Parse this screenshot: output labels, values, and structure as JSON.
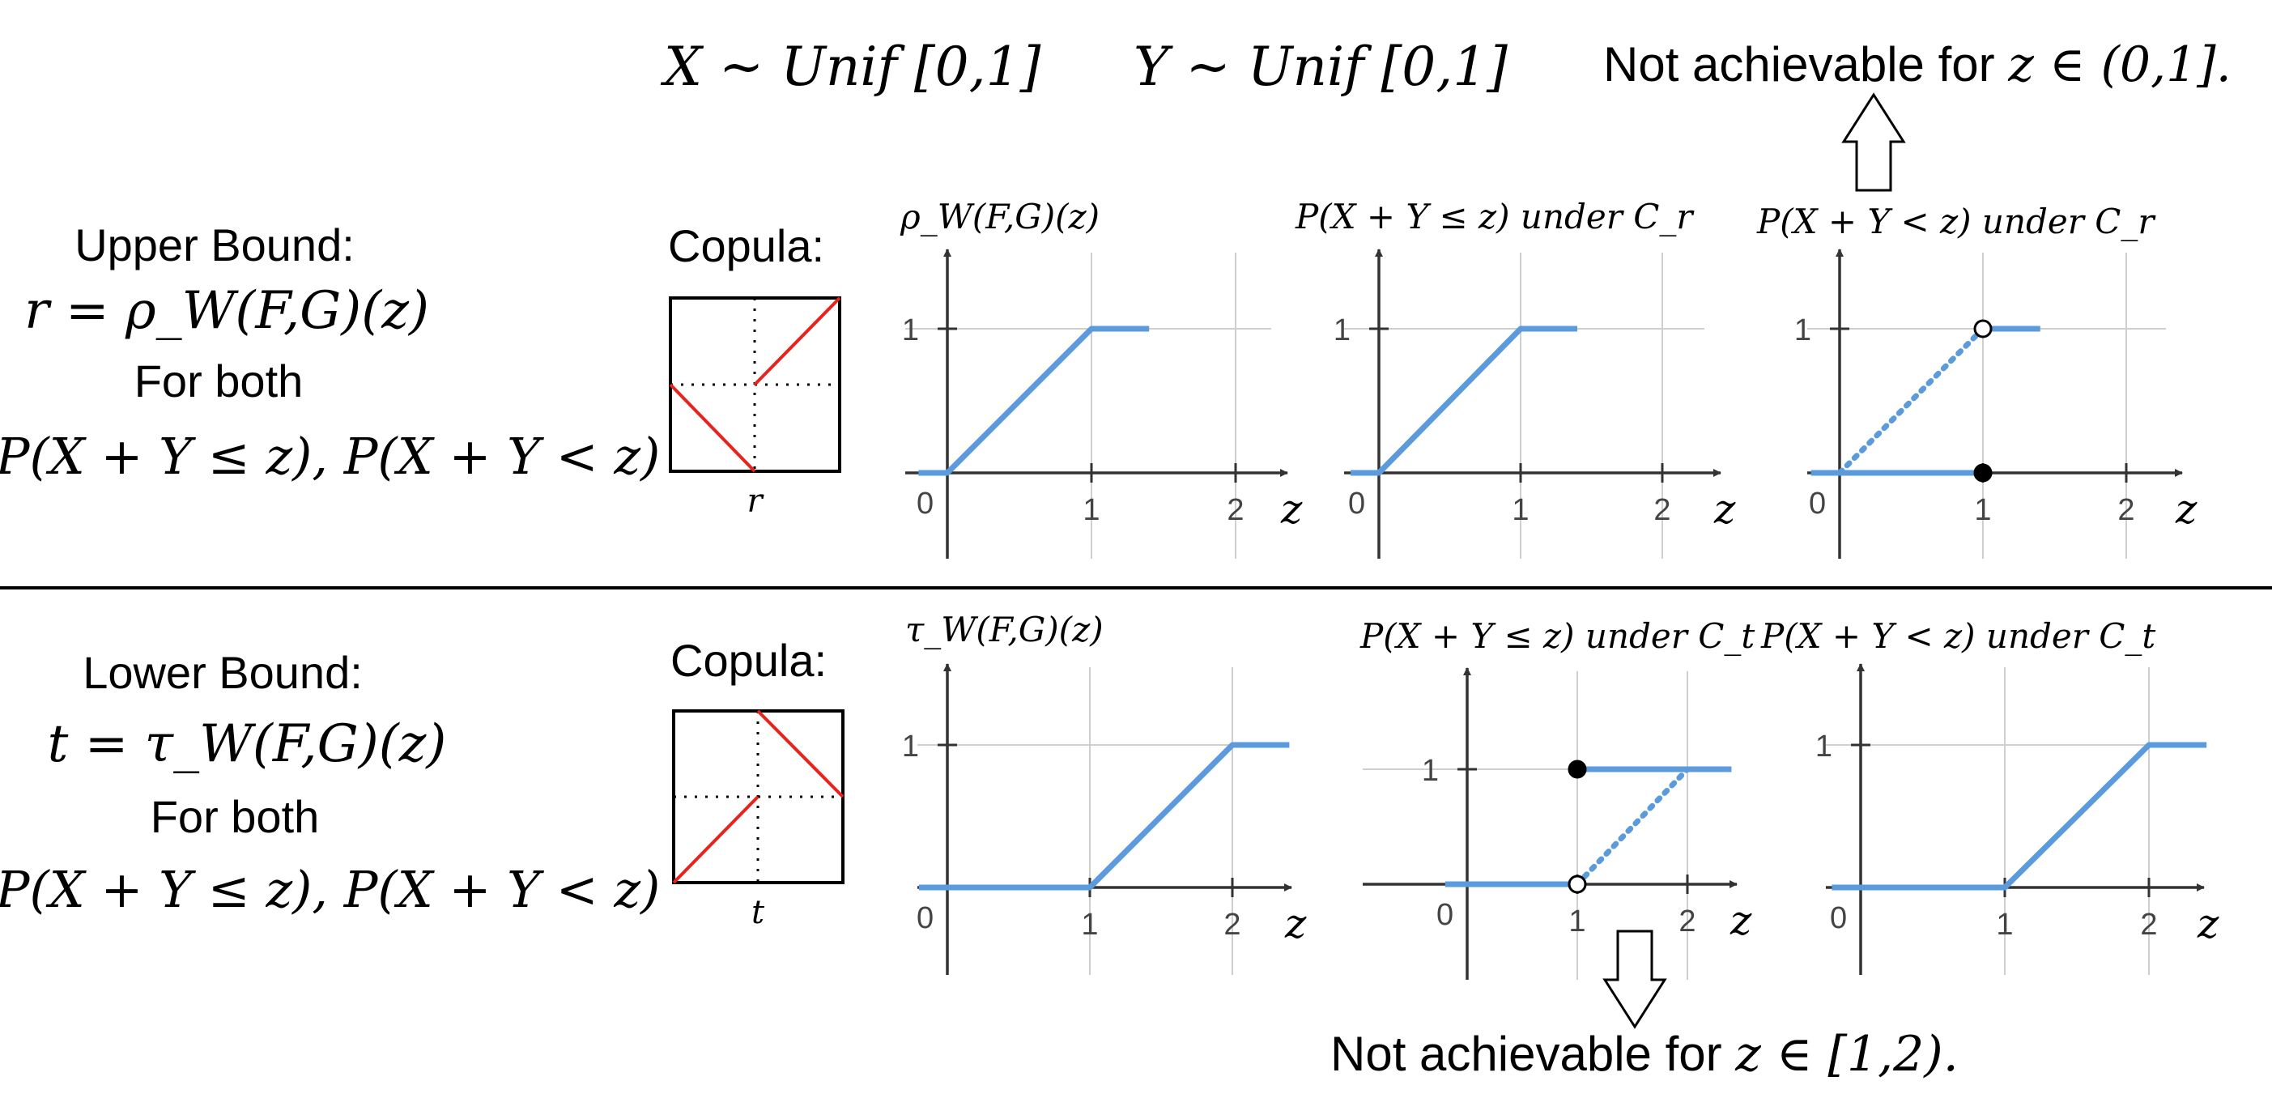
{
  "header": {
    "x_dist": "X ~ Unif [0,1]",
    "y_dist": "Y ~ Unif [0,1]",
    "top_note_prefix": "Not achievable for ",
    "top_note_math": "z ∈ (0,1]."
  },
  "upper": {
    "title": "Upper Bound:",
    "formula": "r = ρ_W(F,G)(z)",
    "for_both": "For both",
    "events": "P(X + Y ≤ z),  P(X + Y < z)",
    "copula_label": "Copula:",
    "copula_var": "r",
    "plots": [
      {
        "title": "ρ_W(F,G)(z)",
        "ticks": {
          "x": [
            "0",
            "1",
            "2"
          ],
          "y1": "1",
          "axis": "z"
        },
        "chart_data": {
          "type": "line",
          "series": [
            {
              "style": "solid",
              "points": [
                [
                  -0.2,
                  0
                ],
                [
                  0,
                  0
                ],
                [
                  1,
                  1
                ],
                [
                  1.4,
                  1
                ]
              ]
            }
          ],
          "markers": []
        }
      },
      {
        "title": "P(X + Y ≤ z) under C_r",
        "ticks": {
          "x": [
            "0",
            "1",
            "2"
          ],
          "y1": "1",
          "axis": "z"
        },
        "chart_data": {
          "type": "line",
          "series": [
            {
              "style": "solid",
              "points": [
                [
                  -0.2,
                  0
                ],
                [
                  0,
                  0
                ],
                [
                  1,
                  1
                ],
                [
                  1.4,
                  1
                ]
              ]
            }
          ],
          "markers": []
        }
      },
      {
        "title": "P(X + Y < z) under C_r",
        "ticks": {
          "x": [
            "0",
            "1",
            "2"
          ],
          "y1": "1",
          "axis": "z"
        },
        "chart_data": {
          "type": "line",
          "series": [
            {
              "style": "solid",
              "points": [
                [
                  -0.2,
                  0
                ],
                [
                  1,
                  0
                ]
              ]
            },
            {
              "style": "solid",
              "points": [
                [
                  1,
                  1
                ],
                [
                  1.4,
                  1
                ]
              ]
            },
            {
              "style": "dotted",
              "points": [
                [
                  0,
                  0
                ],
                [
                  1,
                  1
                ]
              ]
            }
          ],
          "markers": [
            {
              "x": 1,
              "y": 1,
              "filled": false
            },
            {
              "x": 1,
              "y": 0,
              "filled": true
            }
          ]
        }
      }
    ]
  },
  "lower": {
    "title": "Lower Bound:",
    "formula": "t = τ_W(F,G)(z)",
    "for_both": "For both",
    "events": "P(X + Y ≤ z),  P(X + Y < z)",
    "copula_label": "Copula:",
    "copula_var": "t",
    "plots": [
      {
        "title": "τ_W(F,G)(z)",
        "ticks": {
          "x": [
            "0",
            "1",
            "2"
          ],
          "y1": "1",
          "axis": "z"
        },
        "chart_data": {
          "type": "line",
          "series": [
            {
              "style": "solid",
              "points": [
                [
                  -0.2,
                  0
                ],
                [
                  1,
                  0
                ],
                [
                  2,
                  1
                ],
                [
                  2.4,
                  1
                ]
              ]
            }
          ],
          "markers": []
        }
      },
      {
        "title": "P(X + Y ≤ z) under C_t",
        "ticks": {
          "x": [
            "0",
            "1",
            "2"
          ],
          "y1": "1",
          "axis": "z"
        },
        "chart_data": {
          "type": "line",
          "series": [
            {
              "style": "solid",
              "points": [
                [
                  -0.2,
                  0
                ],
                [
                  1,
                  0
                ]
              ]
            },
            {
              "style": "solid",
              "points": [
                [
                  1,
                  1
                ],
                [
                  2.4,
                  1
                ]
              ]
            },
            {
              "style": "dotted",
              "points": [
                [
                  1,
                  0
                ],
                [
                  2,
                  1
                ]
              ]
            }
          ],
          "markers": [
            {
              "x": 1,
              "y": 1,
              "filled": true
            },
            {
              "x": 1,
              "y": 0,
              "filled": false
            }
          ]
        }
      },
      {
        "title": "P(X + Y < z) under C_t",
        "ticks": {
          "x": [
            "0",
            "1",
            "2"
          ],
          "y1": "1",
          "axis": "z"
        },
        "chart_data": {
          "type": "line",
          "series": [
            {
              "style": "solid",
              "points": [
                [
                  -0.2,
                  0
                ],
                [
                  1,
                  0
                ],
                [
                  2,
                  1
                ],
                [
                  2.4,
                  1
                ]
              ]
            }
          ],
          "markers": []
        }
      }
    ]
  },
  "bottom_note_prefix": "Not achievable for ",
  "bottom_note_math": "z ∈ [1,2).",
  "colors": {
    "line": "#5b9bdc",
    "copula": "#e8231d",
    "axis": "#333333",
    "grid": "#cfcfcf"
  }
}
